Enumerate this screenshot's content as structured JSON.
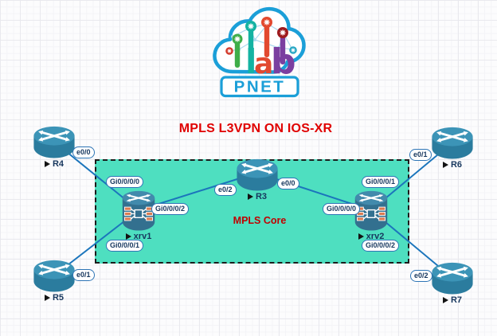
{
  "logo": {
    "brand": "PNET",
    "lab_letters": [
      "l",
      "a",
      "b"
    ]
  },
  "title": "MPLS L3VPN ON IOS-XR",
  "core": {
    "label": "MPLS Core"
  },
  "devices": [
    {
      "name": "R4",
      "icon": "router"
    },
    {
      "name": "R5",
      "icon": "router"
    },
    {
      "name": "R3",
      "icon": "router"
    },
    {
      "name": "R6",
      "icon": "router"
    },
    {
      "name": "R7",
      "icon": "router"
    },
    {
      "name": "xrv1",
      "icon": "xr-router"
    },
    {
      "name": "xrv2",
      "icon": "xr-router"
    }
  ],
  "interface_labels": [
    "e0/0",
    "Gi0/0/0/0",
    "e0/1",
    "Gi0/0/0/1",
    "Gi0/0/0/2",
    "e0/2",
    "e0/0",
    "Gi0/0/0/0",
    "e0/1",
    "Gi0/0/0/1",
    "e0/2",
    "Gi0/0/0/2"
  ],
  "links": [
    {
      "a": "R4",
      "a_if": "e0/0",
      "b": "xrv1",
      "b_if": "Gi0/0/0/0"
    },
    {
      "a": "R5",
      "a_if": "e0/1",
      "b": "xrv1",
      "b_if": "Gi0/0/0/1"
    },
    {
      "a": "xrv1",
      "a_if": "Gi0/0/0/2",
      "b": "R3",
      "b_if": "e0/2"
    },
    {
      "a": "R3",
      "a_if": "e0/0",
      "b": "xrv2",
      "b_if": "Gi0/0/0/0"
    },
    {
      "a": "R6",
      "a_if": "e0/1",
      "b": "xrv2",
      "b_if": "Gi0/0/0/1"
    },
    {
      "a": "R7",
      "a_if": "e0/2",
      "b": "xrv2",
      "b_if": "Gi0/0/0/2"
    }
  ],
  "colors": {
    "title_red": "#E00000",
    "core_label_red": "#C00000",
    "core_fill": "#4EDFC0",
    "link_blue": "#1B75BC",
    "label_navy": "#17375E",
    "pill_border_blue": "#2E75B6",
    "brand_blue": "#1B9FD8"
  }
}
